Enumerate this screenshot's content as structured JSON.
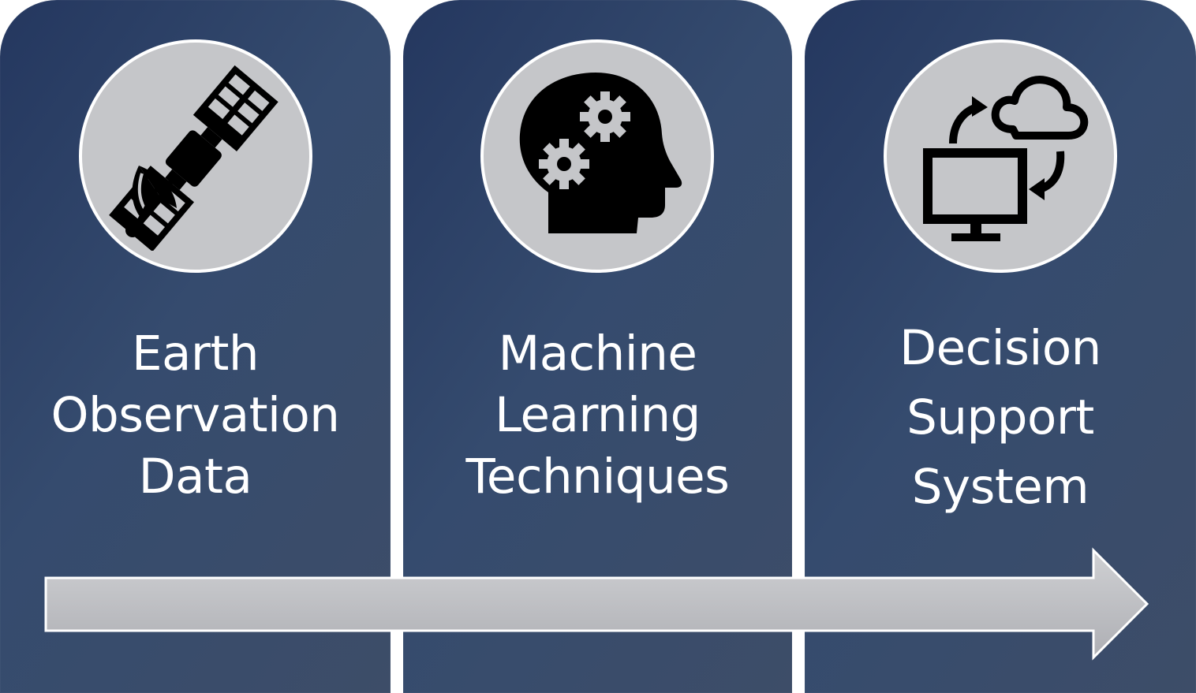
{
  "stages": [
    {
      "icon": "satellite-icon",
      "label_lines": [
        "Earth",
        "Observation",
        "Data"
      ]
    },
    {
      "icon": "head-gears-icon",
      "label_lines": [
        "Machine",
        "Learning",
        "Techniques"
      ]
    },
    {
      "icon": "cloud-computer-sync-icon",
      "label_lines": [
        "Decision",
        "Support",
        "System"
      ]
    }
  ],
  "colors": {
    "panel_start": "#24375f",
    "panel_end": "#3d4d68",
    "icon_circle": "#c5c6c9",
    "arrow_fill": "#bcbdc1",
    "text": "#ffffff"
  }
}
